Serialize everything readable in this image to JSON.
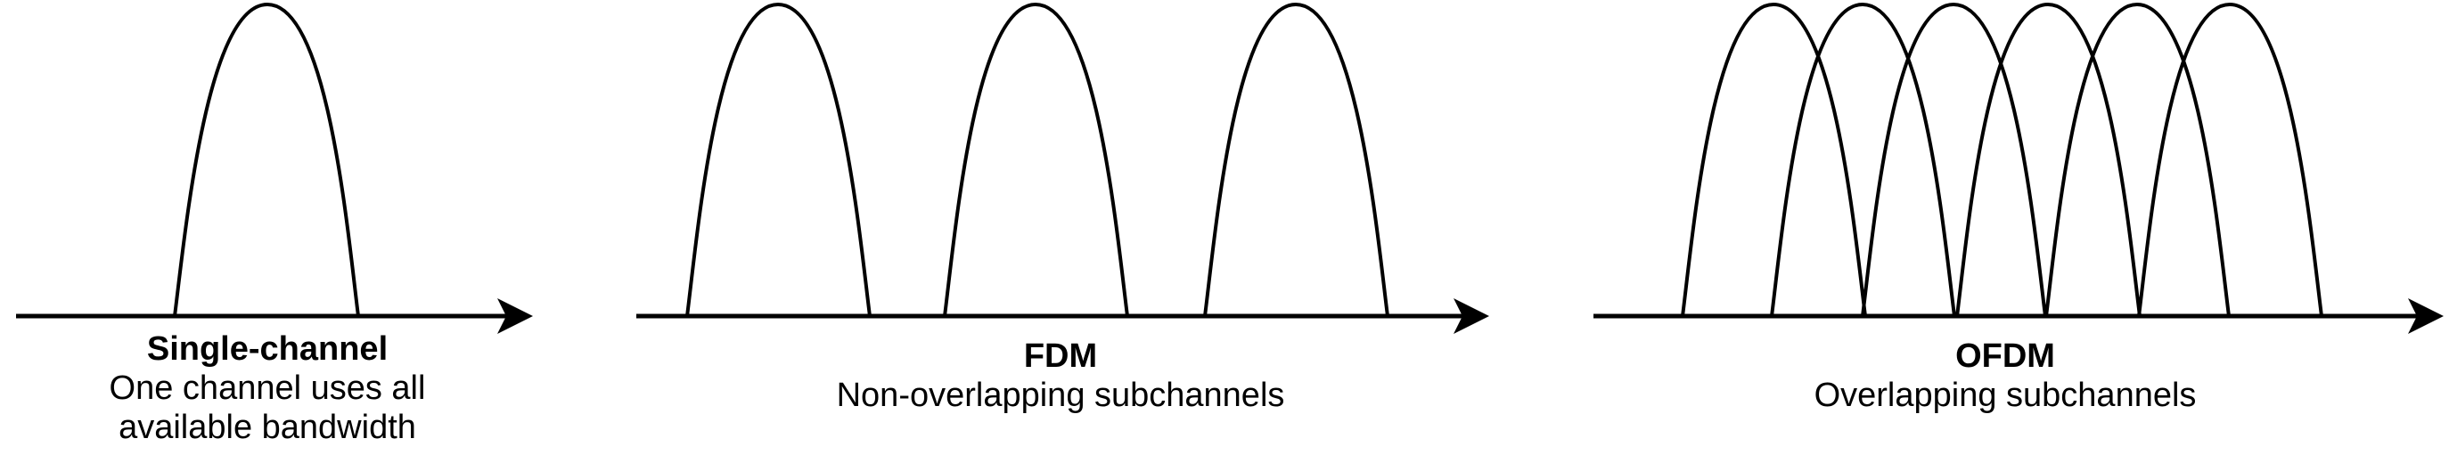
{
  "panels": {
    "single": {
      "title": "Single-channel",
      "desc_line1": "One channel uses all",
      "desc_line2": "available bandwidth"
    },
    "fdm": {
      "title": "FDM",
      "desc": "Non-overlapping subchannels"
    },
    "ofdm": {
      "title": "OFDM",
      "desc": "Overlapping subchannels"
    }
  },
  "colors": {
    "stroke": "#000000",
    "background": "#ffffff"
  }
}
